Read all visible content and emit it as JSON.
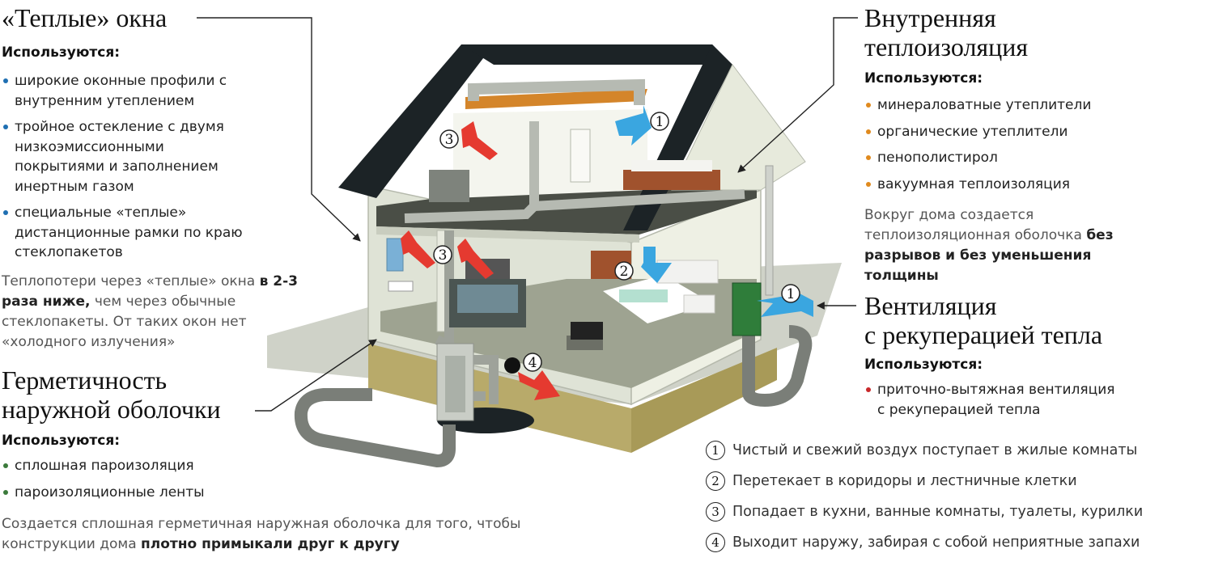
{
  "colors": {
    "blue_bullet": "#1f6fb2",
    "orange_bullet": "#e08a1e",
    "red_bullet": "#c8282a",
    "green_bullet": "#3b7a3b",
    "warm_arrow": "#e53a30",
    "cold_arrow": "#3aa6e0",
    "roof": "#1c2326"
  },
  "windows": {
    "title": "«Теплые» окна",
    "used_label": "Используются:",
    "items": [
      "широкие оконные профили с внутренним утеплением",
      "тройное остекление с двумя низкоэмиссионными покрытиями и заполнением инертным газом",
      "специальные «теплые» дистанционные рамки по краю стеклопакетов"
    ],
    "note_before": "Теплопотери через «теплые» окна",
    "note_bold": "в 2-3 раза ниже,",
    "note_after": "чем через обычные стеклопакеты. От таких окон нет «холодного излучения»"
  },
  "airtight": {
    "title_line1": "Герметичность",
    "title_line2": "наружной оболочки",
    "used_label": "Используются:",
    "items": [
      "сплошная пароизоляция",
      "пароизоляционные ленты"
    ],
    "note_before": "Создается сплошная герметичная наружная оболочка для того, чтобы конструкции дома",
    "note_bold": "плотно примыкали друг к другу"
  },
  "insulation": {
    "title_line1": "Внутренняя",
    "title_line2": "теплоизоляция",
    "used_label": "Используются:",
    "items": [
      "минераловатные утеплители",
      "органические утеплители",
      "пенополистирол",
      "вакуумная теплоизоляция"
    ],
    "note_before": "Вокруг дома создается теплоизоляционная оболочка",
    "note_bold": "без разрывов и без уменьшения толщины"
  },
  "ventilation": {
    "title_line1": "Вентиляция",
    "title_line2": "с рекуперацией тепла",
    "used_label": "Используются:",
    "items": [
      "приточно-вытяжная вентиляция с рекуперацией тепла"
    ]
  },
  "legend": [
    {
      "num": "1",
      "text": "Чистый и свежий воздух поступает в жилые комнаты"
    },
    {
      "num": "2",
      "text": "Перетекает в коридоры и лестничные клетки"
    },
    {
      "num": "3",
      "text": "Попадает в кухни, ванные комнаты, туалеты, курилки"
    },
    {
      "num": "4",
      "text": "Выходит наружу, забирая с собой неприятные запахи"
    }
  ],
  "diagram_badges": {
    "b1": "1",
    "b2": "2",
    "b3": "3",
    "b4": "4"
  }
}
